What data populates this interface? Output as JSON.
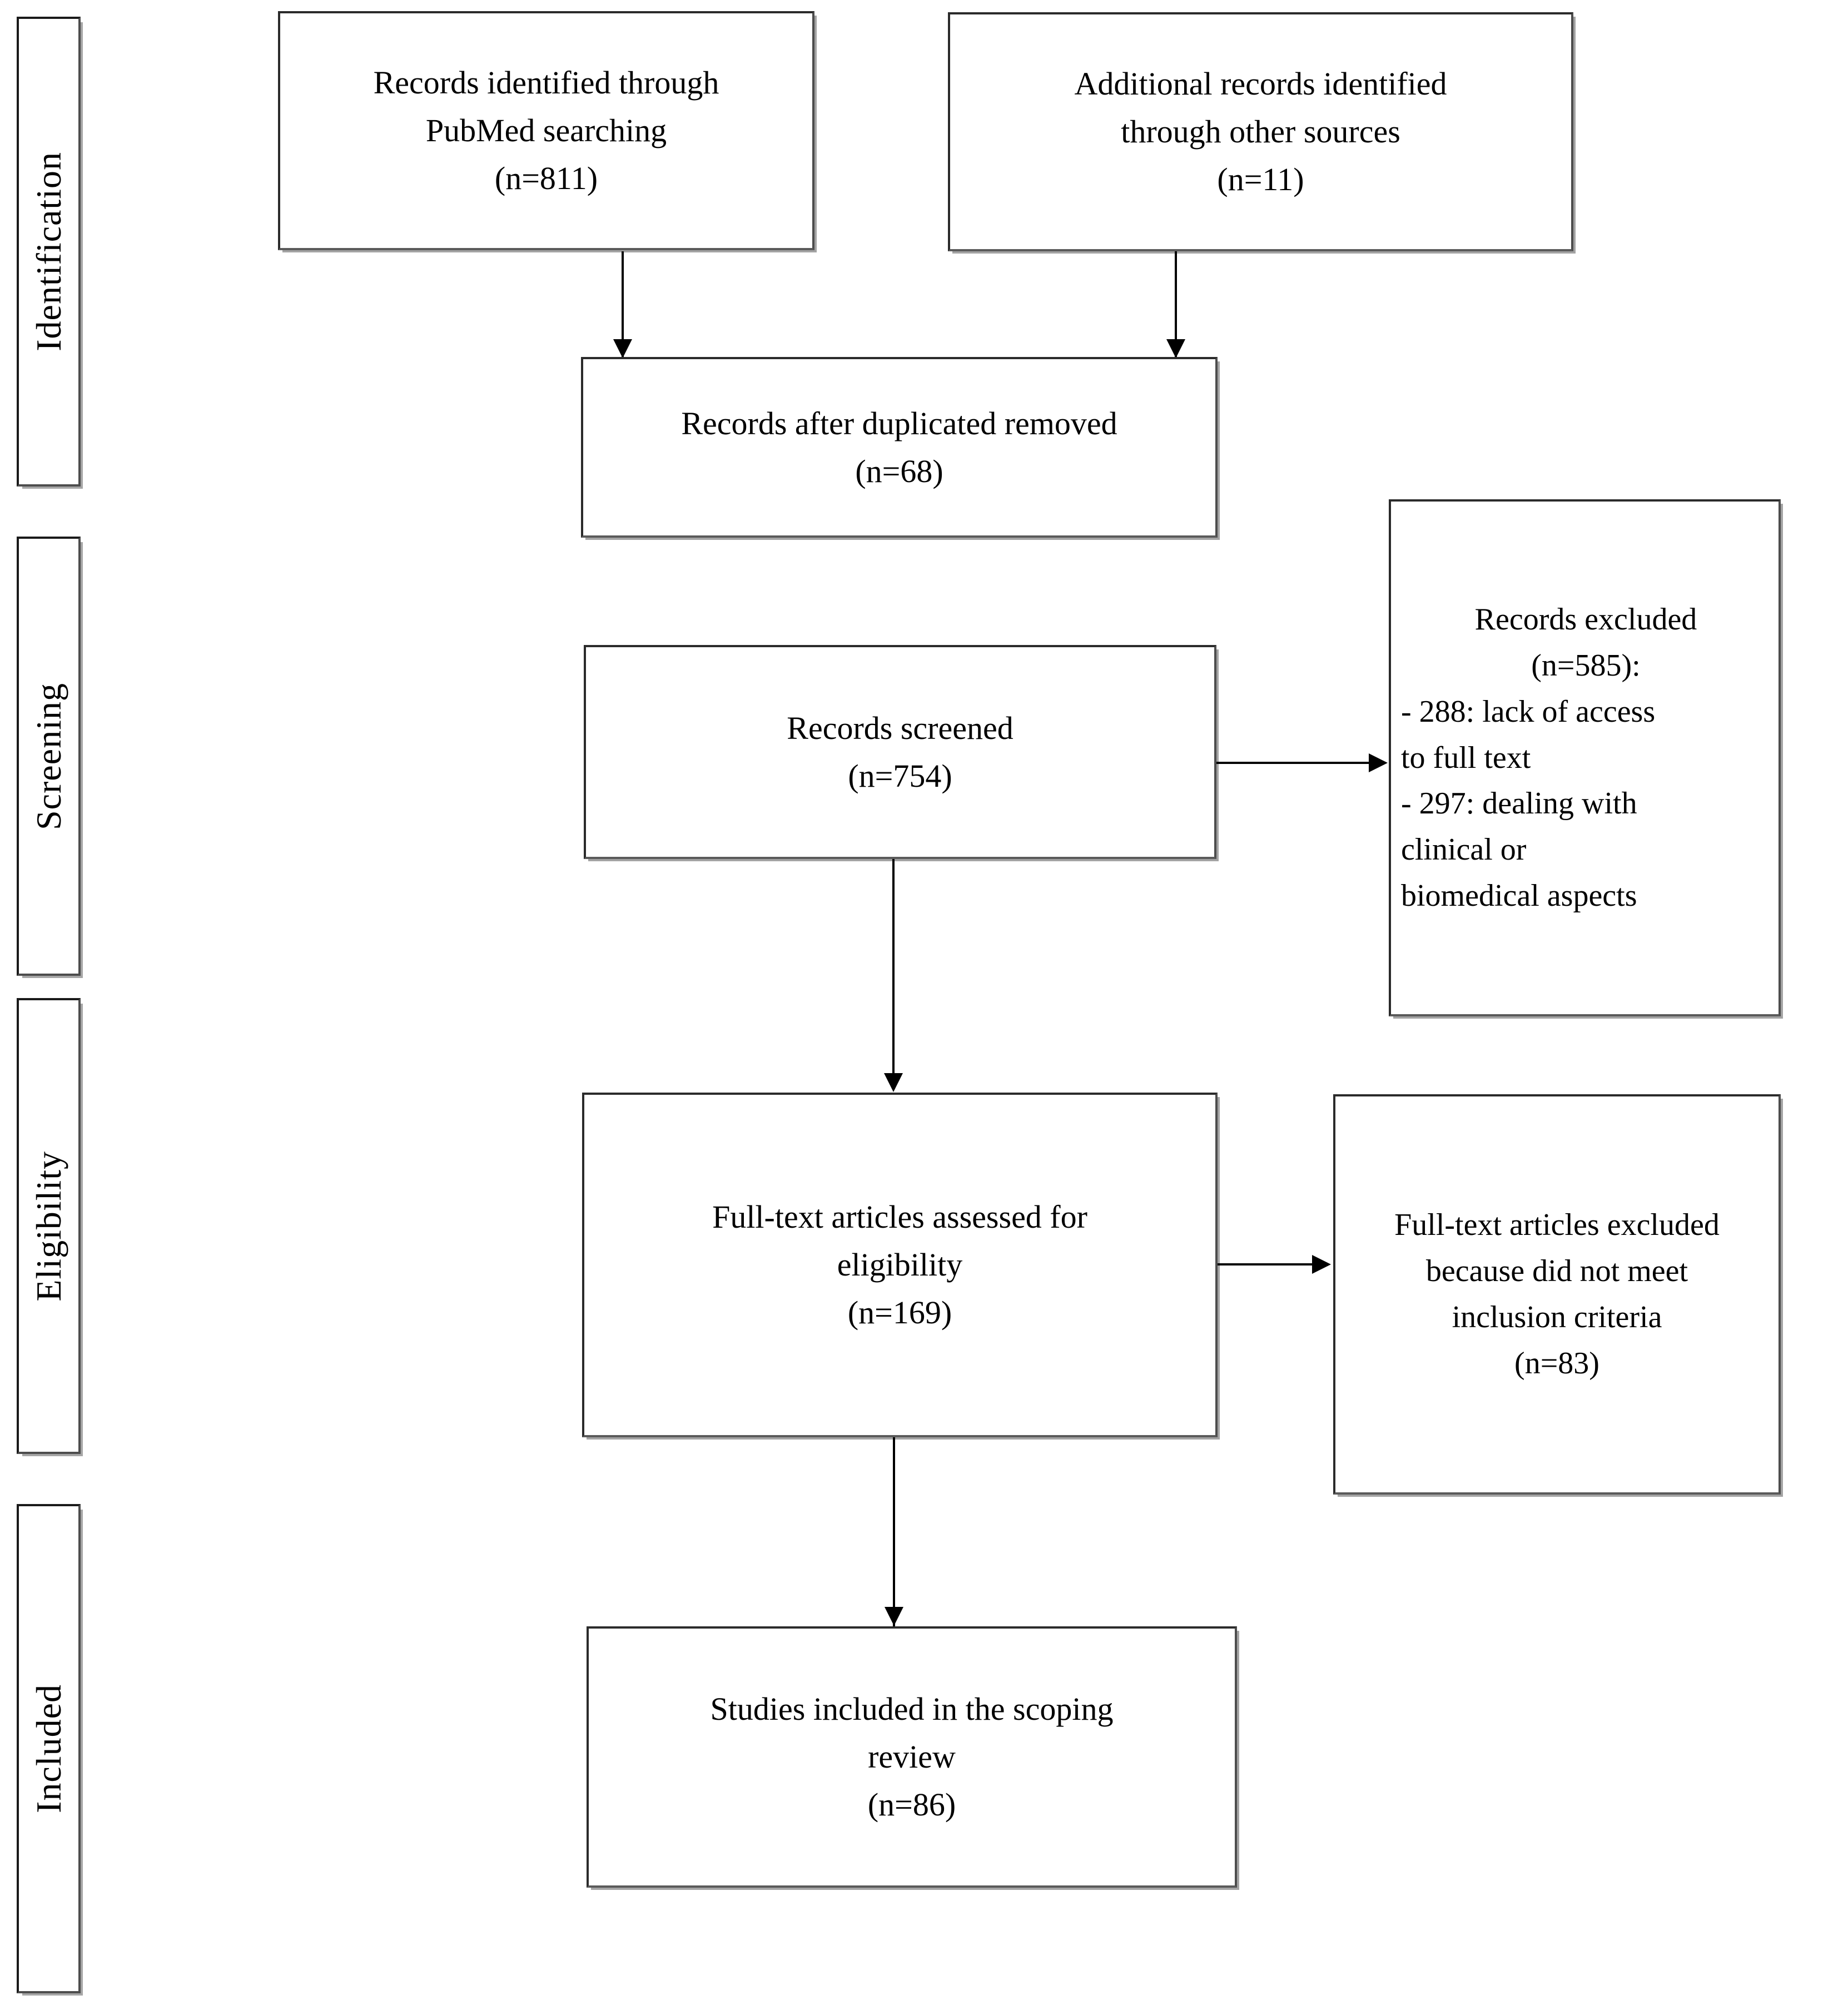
{
  "diagram": {
    "type": "PRISMA flow diagram",
    "stages": [
      {
        "id": "identification",
        "label": "Identification"
      },
      {
        "id": "screening",
        "label": "Screening"
      },
      {
        "id": "eligibility",
        "label": "Eligibility"
      },
      {
        "id": "included",
        "label": "Included"
      }
    ],
    "nodes": {
      "pubmed_records": {
        "lines": [
          "Records identified through",
          "PubMed searching",
          "(n=811)"
        ],
        "count": 811
      },
      "other_records": {
        "lines": [
          "Additional records identified",
          "through other sources",
          "(n=11)"
        ],
        "count": 11
      },
      "after_duplicates": {
        "lines": [
          "Records after duplicated removed",
          "(n=68)"
        ],
        "count": 68
      },
      "records_screened": {
        "lines": [
          "Records screened",
          "(n=754)"
        ],
        "count": 754
      },
      "records_excluded": {
        "lines": [
          "Records excluded",
          "(n=585):",
          "- 288: lack of access",
          "to full text",
          "- 297: dealing with",
          "clinical or",
          "biomedical aspects"
        ],
        "count": 585,
        "reasons": [
          {
            "count": 288,
            "reason": "lack of access to full text"
          },
          {
            "count": 297,
            "reason": "dealing with clinical or biomedical aspects"
          }
        ]
      },
      "fulltext_assessed": {
        "lines": [
          "Full-text articles assessed for",
          "eligibility",
          "(n=169)"
        ],
        "count": 169
      },
      "fulltext_excluded": {
        "lines": [
          "Full-text articles excluded",
          "because did not meet",
          "inclusion criteria",
          "(n=83)"
        ],
        "count": 83
      },
      "studies_included": {
        "lines": [
          "Studies included in the scoping",
          "review",
          "(n=86)"
        ],
        "count": 86
      }
    },
    "colors": {
      "background": "#ffffff",
      "text": "#000000",
      "border": "#2b2b2b",
      "shadow": "#8c8c8c",
      "connector": "#000000"
    }
  }
}
